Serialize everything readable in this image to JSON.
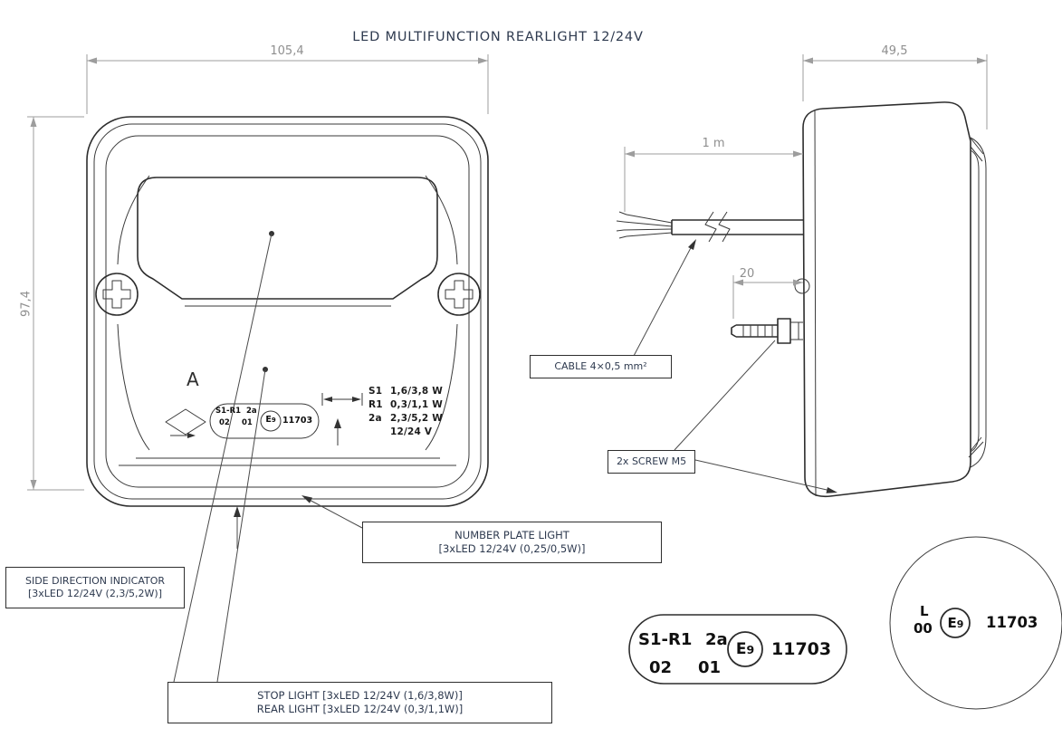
{
  "title": "LED MULTIFUNCTION REARLIGHT 12/24V",
  "dimensions": {
    "front_width": "105,4",
    "front_height": "97,4",
    "side_depth": "49,5",
    "cable_length": "1 m",
    "screw_protrusion": "20"
  },
  "front_view": {
    "detail_letter": "A",
    "ratings": {
      "rows": [
        {
          "code": "S1",
          "value": "1,6/3,8 W"
        },
        {
          "code": "R1",
          "value": "0,3/1,1 W"
        },
        {
          "code": "2a",
          "value": "2,3/5,2 W"
        }
      ],
      "voltage": "12/24 V"
    }
  },
  "approval_marking": {
    "type": "S1-R1",
    "mode": "2a",
    "version_a": "02",
    "version_b": "01",
    "e_letter": "E",
    "e_digit": "9",
    "homologation": "11703"
  },
  "detail_circle": {
    "letter": "L",
    "code": "00",
    "e_letter": "E",
    "e_digit": "9",
    "homologation": "11703"
  },
  "callouts": {
    "cable": "CABLE 4×0,5 mm²",
    "screws": "2x SCREW M5",
    "side_indicator": [
      "SIDE DIRECTION INDICATOR",
      "[3xLED 12/24V (2,3/5,2W)]"
    ],
    "number_plate": [
      "NUMBER PLATE LIGHT",
      "[3xLED 12/24V (0,25/0,5W)]"
    ],
    "stop_rear": [
      "STOP LIGHT [3xLED 12/24V (1,6/3,8W)]",
      "REAR LIGHT [3xLED 12/24V (0,3/1,1W)]"
    ]
  }
}
